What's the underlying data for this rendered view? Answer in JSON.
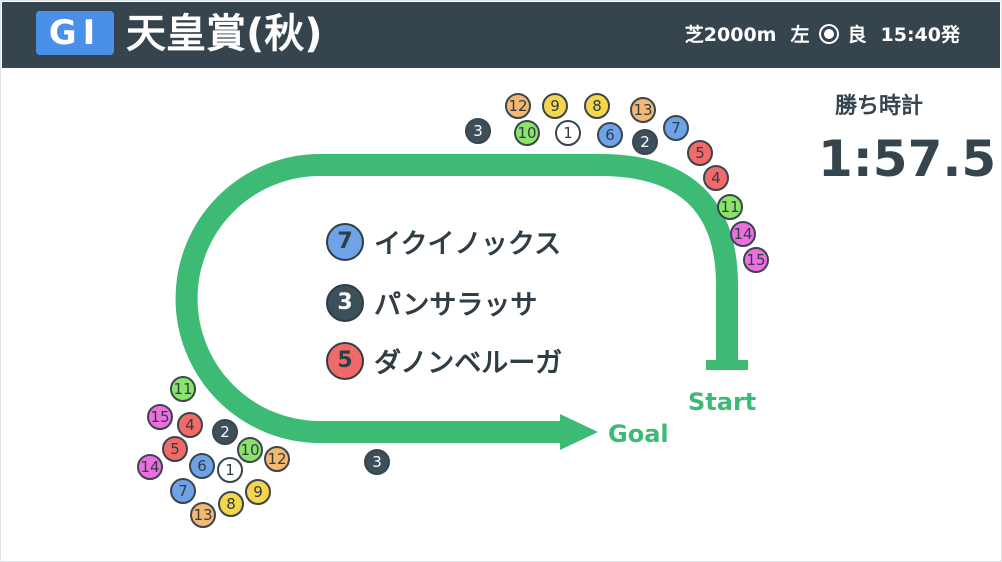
{
  "header": {
    "grade": "GI",
    "race_name": "天皇賞(秋)",
    "surface_distance": "芝2000m",
    "direction": "左",
    "weather_icon": "sun-icon",
    "condition": "良",
    "post_time": "15:40発"
  },
  "win_time": {
    "label": "勝ち時計",
    "value": "1:57.5"
  },
  "track": {
    "start_label": "Start",
    "goal_label": "Goal",
    "color": "#3dbb75"
  },
  "results": [
    {
      "number": "7",
      "name": "イクイノックス",
      "color": "#6fa3e8"
    },
    {
      "number": "3",
      "name": "パンサラッサ",
      "color": "#3d4f5a"
    },
    {
      "number": "5",
      "name": "ダノンベルーガ",
      "color": "#f06a6a"
    }
  ],
  "positions_first_turn": [
    "3",
    "12",
    "9",
    "8",
    "13",
    "10",
    "1",
    "6",
    "2",
    "7",
    "5",
    "4",
    "11",
    "14",
    "15"
  ],
  "positions_final_turn": [
    "11",
    "15",
    "4",
    "2",
    "5",
    "10",
    "12",
    "14",
    "6",
    "1",
    "7",
    "9",
    "8",
    "13"
  ],
  "positions_leader_final": [
    "3"
  ],
  "horse_colors": {
    "1": "#ffffff",
    "2": "#3d4f5a",
    "3": "#3d4f5a",
    "4": "#f06a6a",
    "5": "#f06a6a",
    "6": "#6fa3e8",
    "7": "#6fa3e8",
    "8": "#f5d54a",
    "9": "#f5d54a",
    "10": "#8be36b",
    "11": "#8be36b",
    "12": "#f5b870",
    "13": "#f5b870",
    "14": "#ee6ee0",
    "15": "#ee6ee0"
  }
}
